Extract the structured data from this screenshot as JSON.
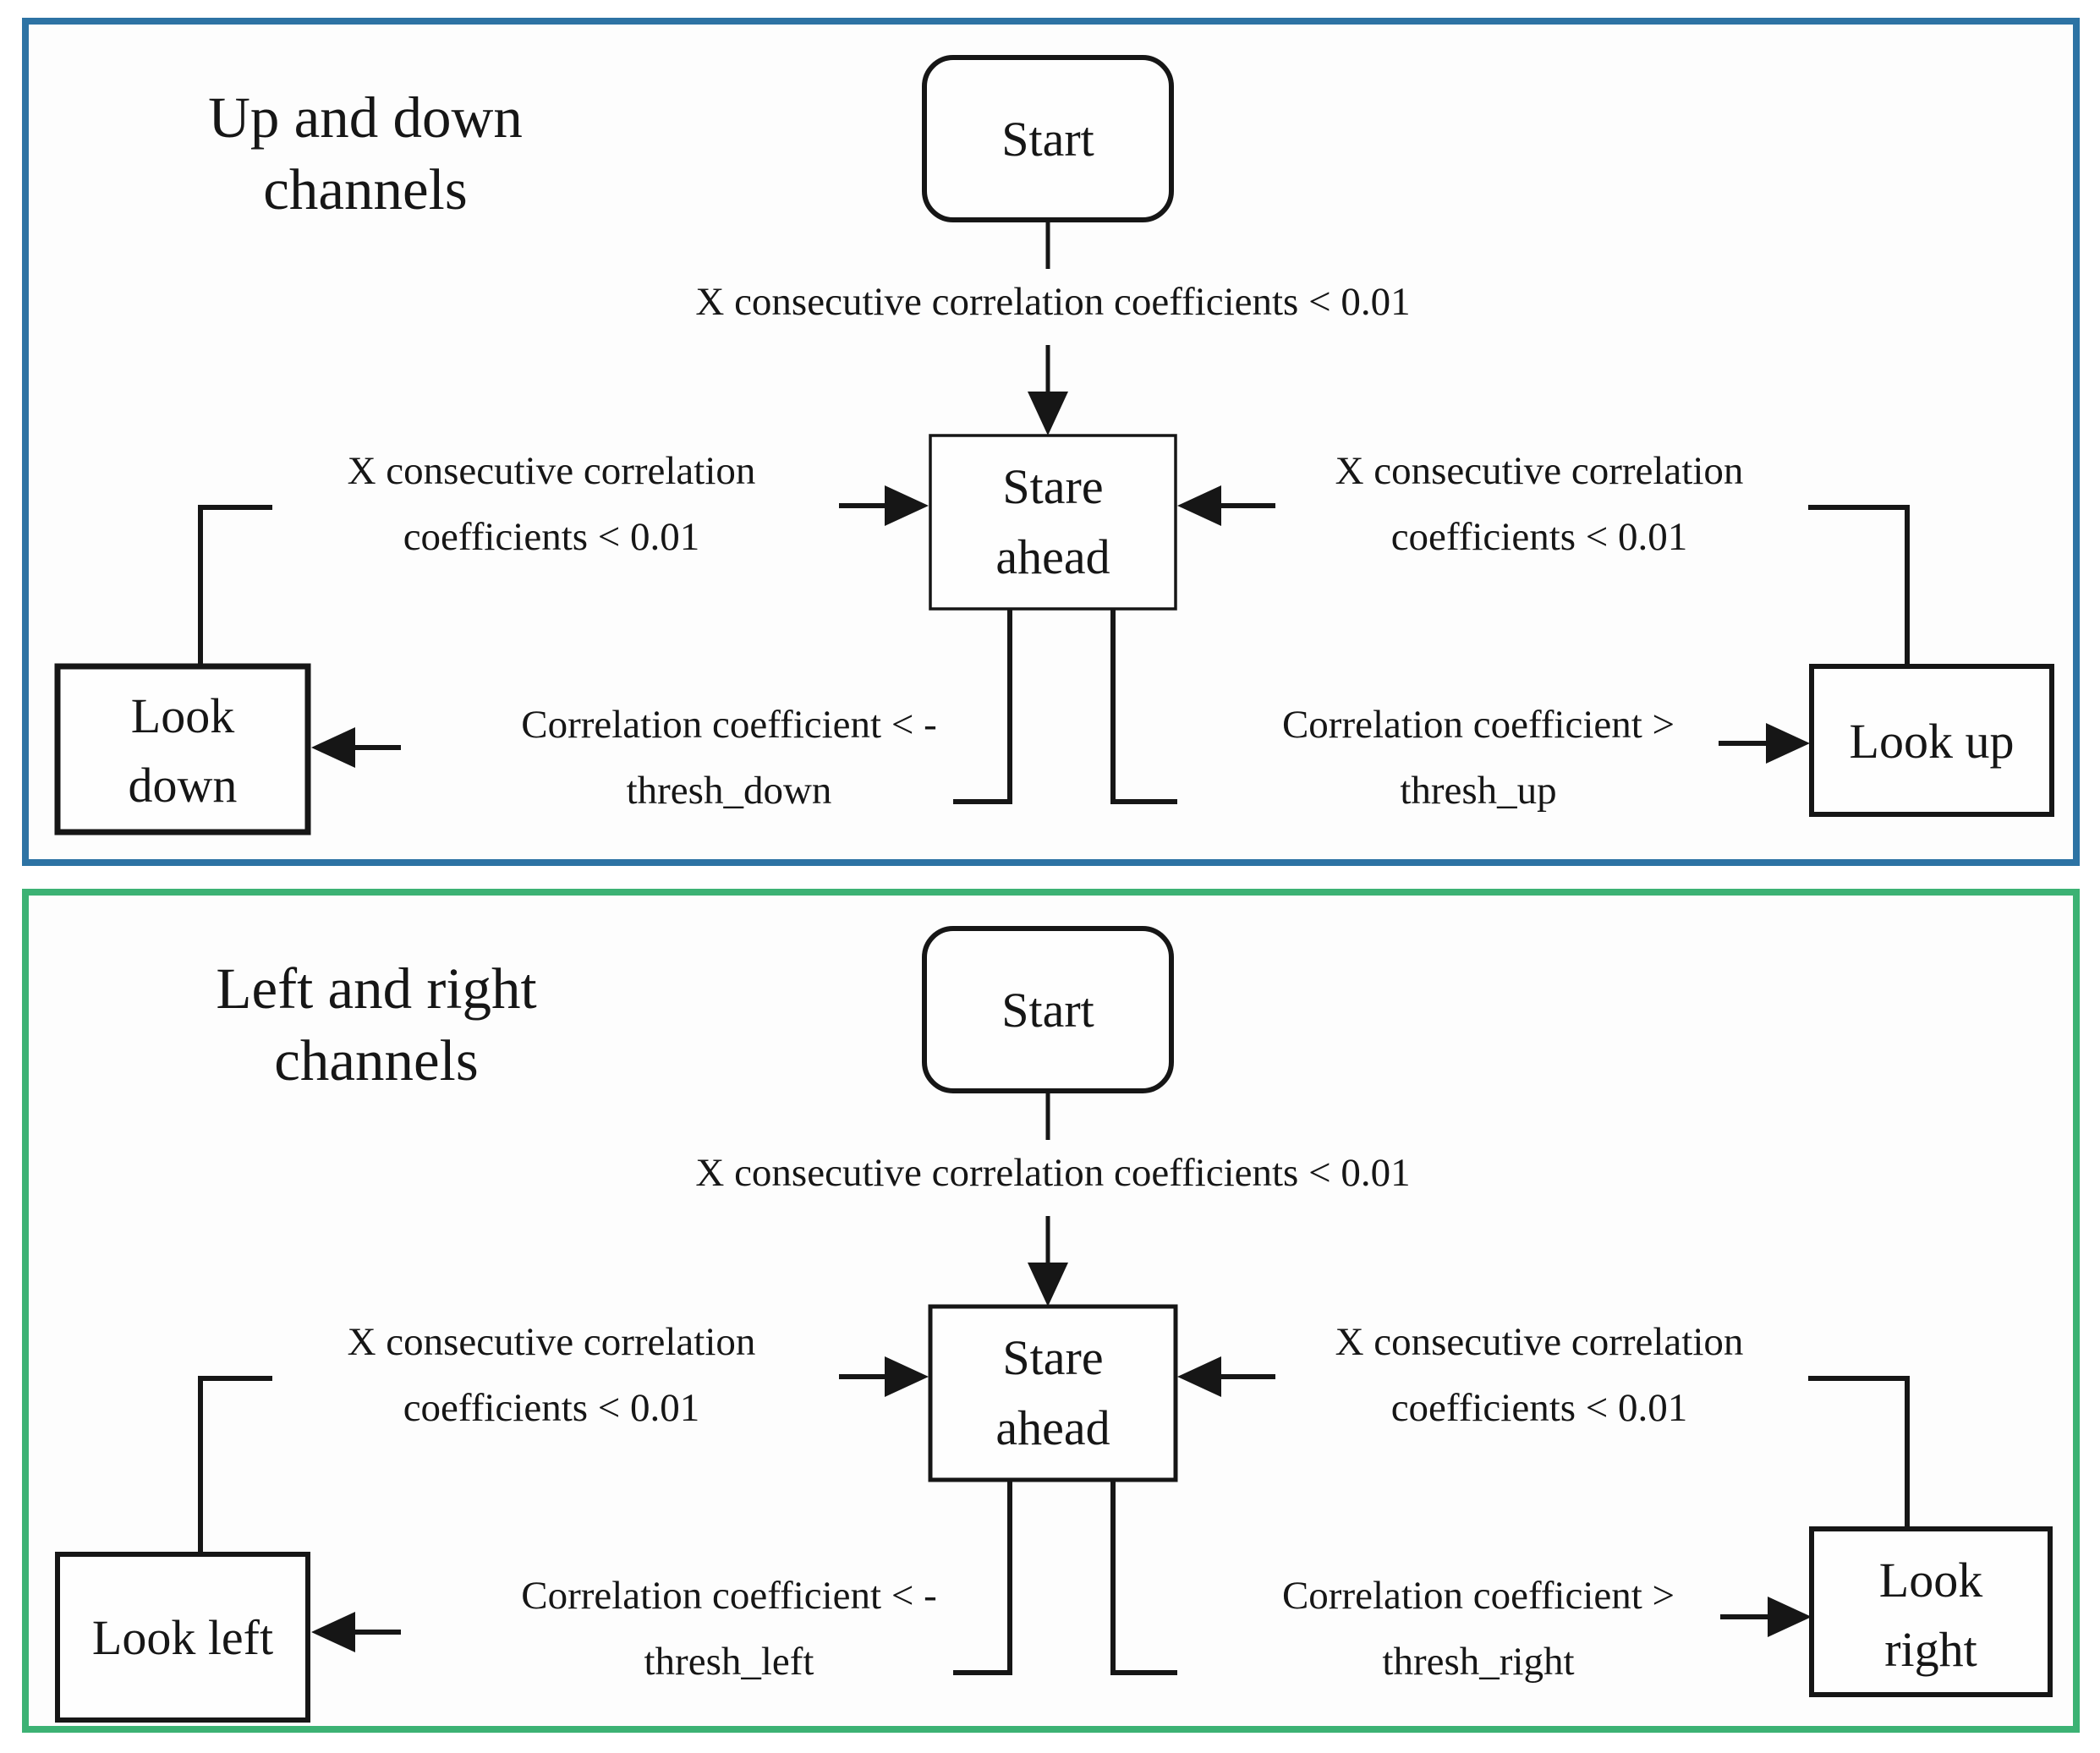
{
  "colors": {
    "panel_updown_border": "#2d73a4",
    "panel_leftright_border": "#3cb274",
    "line": "#161616",
    "box_fill": "#fefefe",
    "background": "#ffffff"
  },
  "panels": [
    {
      "heading_line1": "Up and down",
      "heading_line2": "channels",
      "start_label": "Start",
      "center_transition_label": "X consecutive correlation coefficients < 0.01",
      "stare_line1": "Stare",
      "stare_line2": "ahead",
      "left_return_line1": "X consecutive correlation",
      "left_return_line2": "coefficients < 0.01",
      "right_return_line1": "X consecutive correlation",
      "right_return_line2": "coefficients < 0.01",
      "left_condition_line1": "Correlation coefficient < -",
      "left_condition_line2": "thresh_down",
      "right_condition_line1": "Correlation coefficient >",
      "right_condition_line2": "thresh_up",
      "left_state_line1": "Look",
      "left_state_line2": "down",
      "right_state_line1": "Look up",
      "right_state_line2": ""
    },
    {
      "heading_line1": "Left and right",
      "heading_line2": "channels",
      "start_label": "Start",
      "center_transition_label": "X consecutive correlation coefficients < 0.01",
      "stare_line1": "Stare",
      "stare_line2": "ahead",
      "left_return_line1": "X consecutive correlation",
      "left_return_line2": "coefficients < 0.01",
      "right_return_line1": "X consecutive correlation",
      "right_return_line2": "coefficients < 0.01",
      "left_condition_line1": "Correlation coefficient < -",
      "left_condition_line2": "thresh_left",
      "right_condition_line1": "Correlation coefficient >",
      "right_condition_line2": "thresh_right",
      "left_state_line1": "Look left",
      "left_state_line2": "",
      "right_state_line1": "Look",
      "right_state_line2": "right"
    }
  ]
}
